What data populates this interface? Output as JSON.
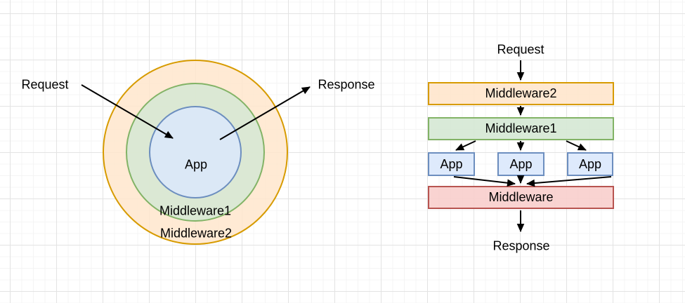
{
  "canvas": {
    "type": "middleware-pipeline-diagrams",
    "grid_minor_color": "#f4f4f4",
    "grid_major_color": "#e3e3e3",
    "background_color": "#ffffff"
  },
  "colors": {
    "orange_fill": "#ffe6cc",
    "orange_stroke": "#d79b00",
    "green_fill": "#d5e8d4",
    "green_stroke": "#82b366",
    "blue_fill": "#dae8fc",
    "blue_stroke": "#6c8ebf",
    "red_fill": "#f8cecc",
    "red_stroke": "#b85450",
    "arrow_color": "#000000",
    "text_color": "#000000"
  },
  "left_diagram": {
    "request_label": "Request",
    "response_label": "Response",
    "app_label": "App",
    "middleware1_label": "Middleware1",
    "middleware2_label": "Middleware2"
  },
  "right_diagram": {
    "request_label": "Request",
    "middleware2_label": "Middleware2",
    "middleware1_label": "Middleware1",
    "app_labels": [
      "App",
      "App",
      "App"
    ],
    "middleware_label": "Middleware",
    "response_label": "Response"
  }
}
